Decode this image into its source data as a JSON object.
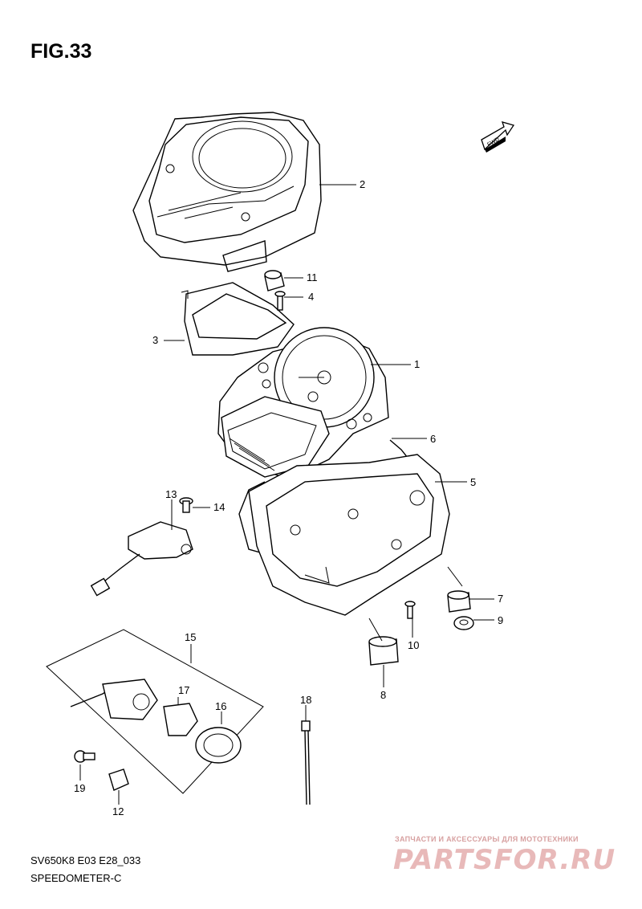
{
  "figure": {
    "title": "FIG.33",
    "model_code": "SV650K8 E03 E28_033",
    "section_name": "SPEEDOMETER-C",
    "direction_badge": "FWD"
  },
  "callouts": [
    {
      "id": "1"
    },
    {
      "id": "2"
    },
    {
      "id": "3"
    },
    {
      "id": "4"
    },
    {
      "id": "5"
    },
    {
      "id": "6"
    },
    {
      "id": "7"
    },
    {
      "id": "8"
    },
    {
      "id": "9"
    },
    {
      "id": "10"
    },
    {
      "id": "11"
    },
    {
      "id": "12"
    },
    {
      "id": "13"
    },
    {
      "id": "14"
    },
    {
      "id": "15"
    },
    {
      "id": "16"
    },
    {
      "id": "17"
    },
    {
      "id": "18"
    },
    {
      "id": "19"
    }
  ],
  "watermark": {
    "caption": "ЗАПЧАСТИ И АКСЕССУАРЫ ДЛЯ МОТОТЕХНИКИ",
    "logo": "PARTSFOR.RU",
    "color": "#e8b9b9"
  }
}
